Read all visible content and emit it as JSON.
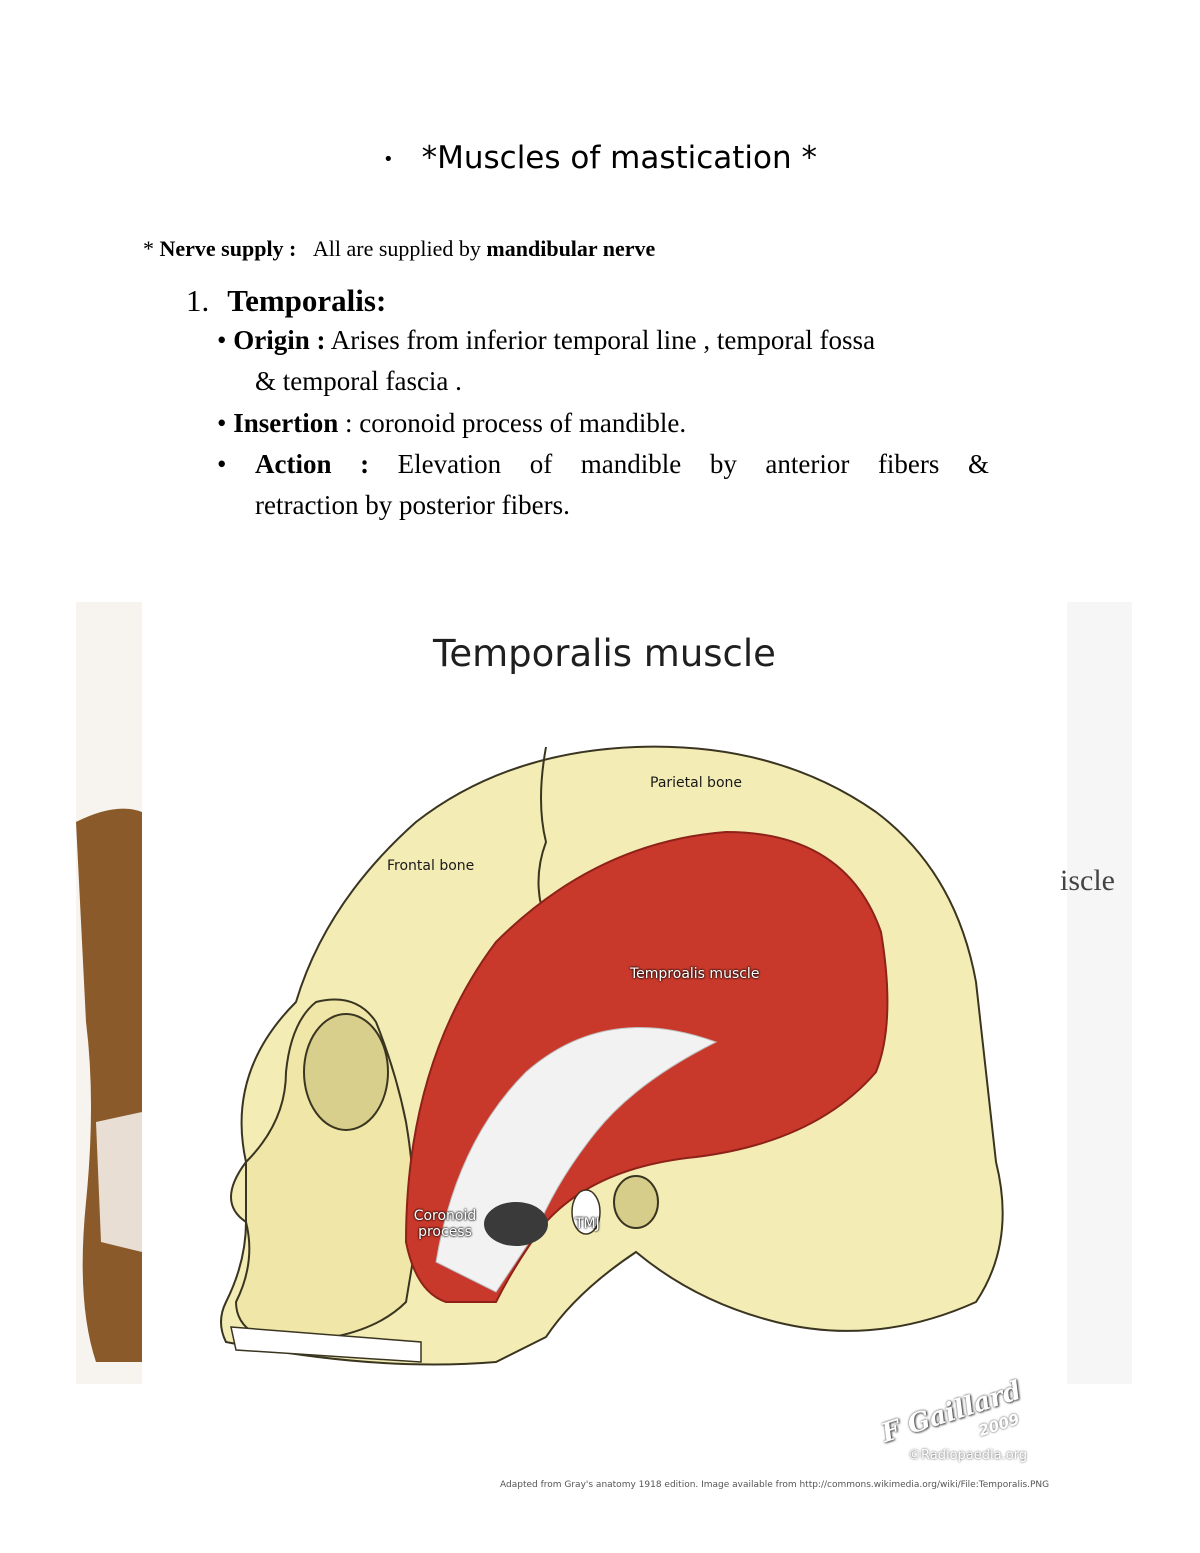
{
  "heading": {
    "bullet": "•",
    "text": "*Muscles of mastication *"
  },
  "nerve": {
    "prefix": "* ",
    "label": "Nerve supply :",
    "text": "All are supplied by ",
    "bold": "mandibular nerve"
  },
  "temporalis": {
    "number": "1.",
    "title": "Temporalis:",
    "origin": {
      "label": "Origin :",
      "line1": " Arises from inferior temporal line , temporal fossa",
      "line2": "& temporal fascia ."
    },
    "insertion": {
      "label": "Insertion",
      "text": " : coronoid process of mandible."
    },
    "action": {
      "label": "Action :",
      "line1": "Elevation of mandible by anterior fibers &",
      "line2": "retraction by posterior fibers."
    }
  },
  "figure": {
    "title": "Temporalis muscle",
    "labels": {
      "parietal": "Parietal bone",
      "frontal": "Frontal bone",
      "muscle": "Temproalis muscle",
      "coronoid_1": "Coronoid",
      "coronoid_2": "process",
      "tmj": "TMJ"
    },
    "side_text": "iscle",
    "watermark": {
      "name": "F Gaillard",
      "year": "2009",
      "site": "©Radiopaedia.org"
    },
    "credit": "Adapted from Gray's anatomy 1918 edition. Image available from http://commons.wikimedia.org/wiki/File:Temporalis.PNG"
  },
  "colors": {
    "bone": "#f3ecb5",
    "muscle": "#c8392b",
    "tendon": "#f2f2f2",
    "bone_shadow": "#cfc58a"
  }
}
